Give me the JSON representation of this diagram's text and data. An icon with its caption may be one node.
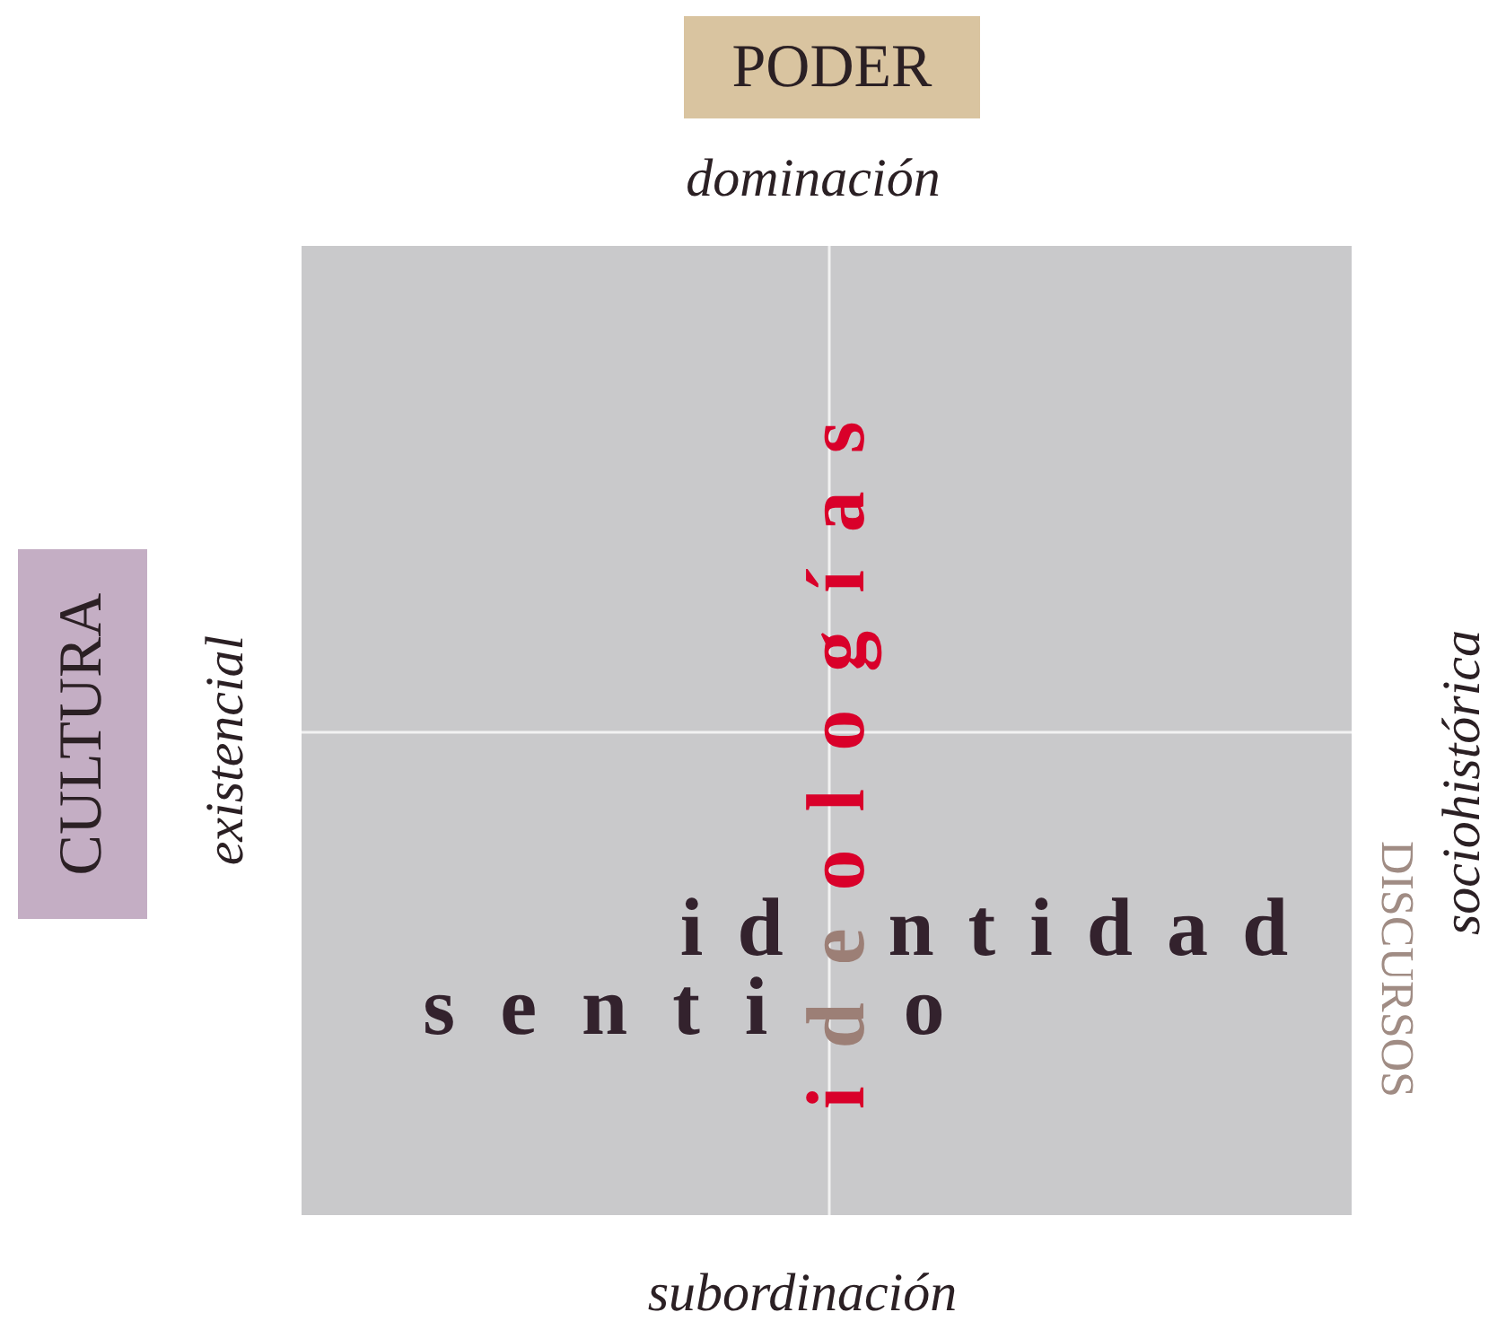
{
  "diagram": {
    "nodes": [
      {
        "text": [
          "PODER"
        ]
      },
      {
        "text": [
          "CULTURA"
        ]
      },
      {
        "text": [
          "ideologías",
          "identidad",
          "sentido"
        ]
      }
    ],
    "labels": [
      "dominación",
      "existencial",
      "sociohistórica",
      "DISCURSOS",
      "subordinación"
    ]
  }
}
